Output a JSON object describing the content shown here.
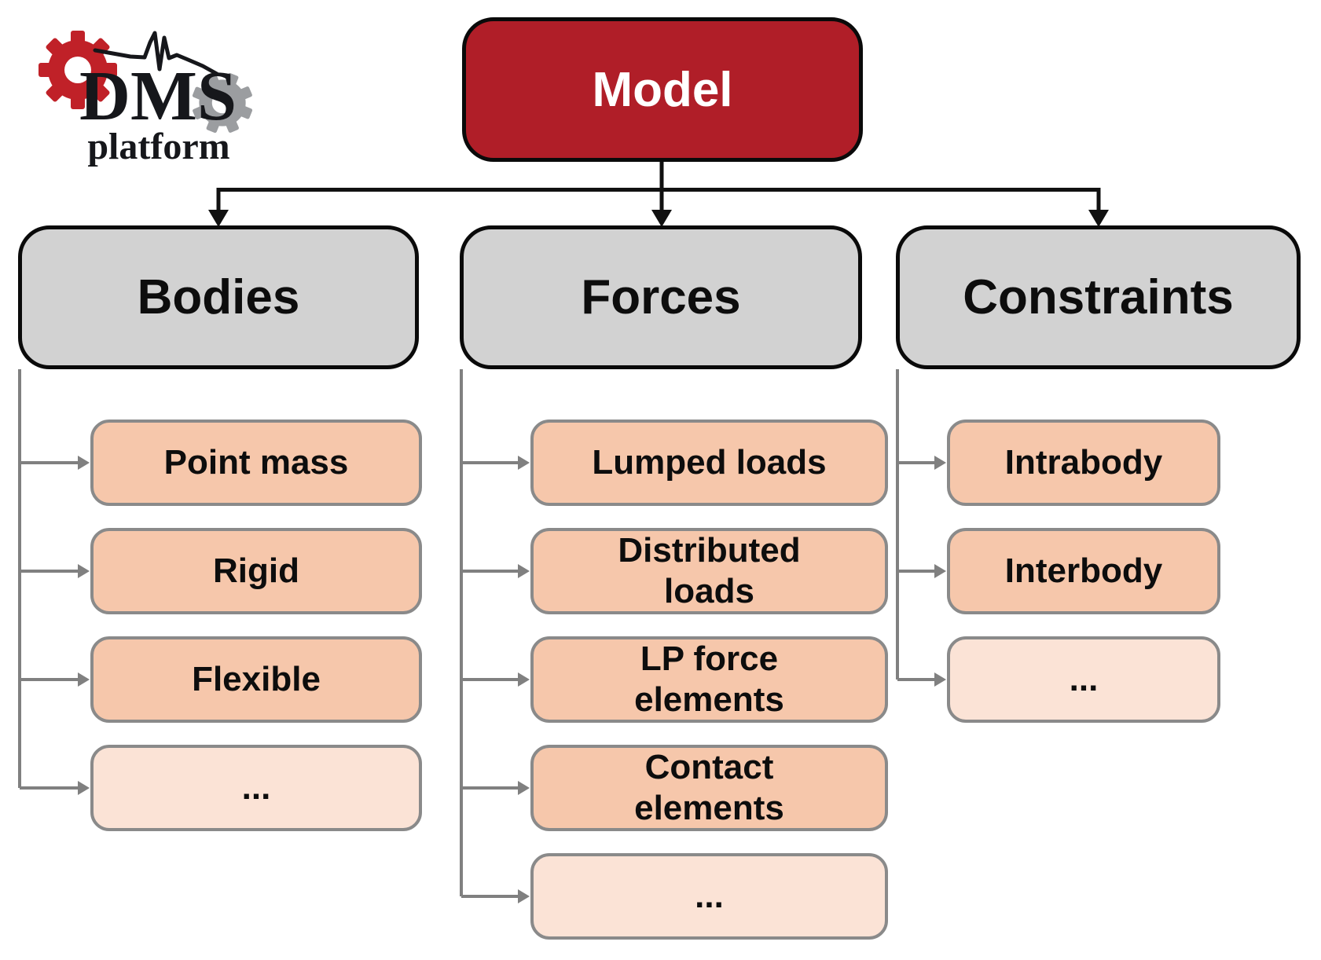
{
  "logo": {
    "title": "DMS",
    "subtitle": "platform"
  },
  "diagram": {
    "root": {
      "label": "Model"
    },
    "categories": [
      {
        "label": "Bodies",
        "children": [
          {
            "label": "Point mass",
            "variant": "normal"
          },
          {
            "label": "Rigid",
            "variant": "normal"
          },
          {
            "label": "Flexible",
            "variant": "normal"
          },
          {
            "label": "...",
            "variant": "light"
          }
        ]
      },
      {
        "label": "Forces",
        "children": [
          {
            "label": "Lumped loads",
            "variant": "normal"
          },
          {
            "label": "Distributed loads",
            "variant": "normal"
          },
          {
            "label": "LP force elements",
            "variant": "normal"
          },
          {
            "label": "Contact elements",
            "variant": "normal"
          },
          {
            "label": "...",
            "variant": "light"
          }
        ]
      },
      {
        "label": "Constraints",
        "children": [
          {
            "label": "Intrabody",
            "variant": "normal"
          },
          {
            "label": "Interbody",
            "variant": "normal"
          },
          {
            "label": "...",
            "variant": "light"
          }
        ]
      }
    ]
  },
  "colors": {
    "root_fill": "#B01E28",
    "category_fill": "#D2D2D2",
    "category_border": "#0A0A0A",
    "child_fill": "#F6C7AB",
    "child_fill_light": "#FBE3D6",
    "child_border": "#8A8A8A",
    "connector_black": "#111111",
    "connector_gray": "#808080",
    "logo_gear_red": "#C02128",
    "logo_gear_gray": "#9B9DA0"
  }
}
